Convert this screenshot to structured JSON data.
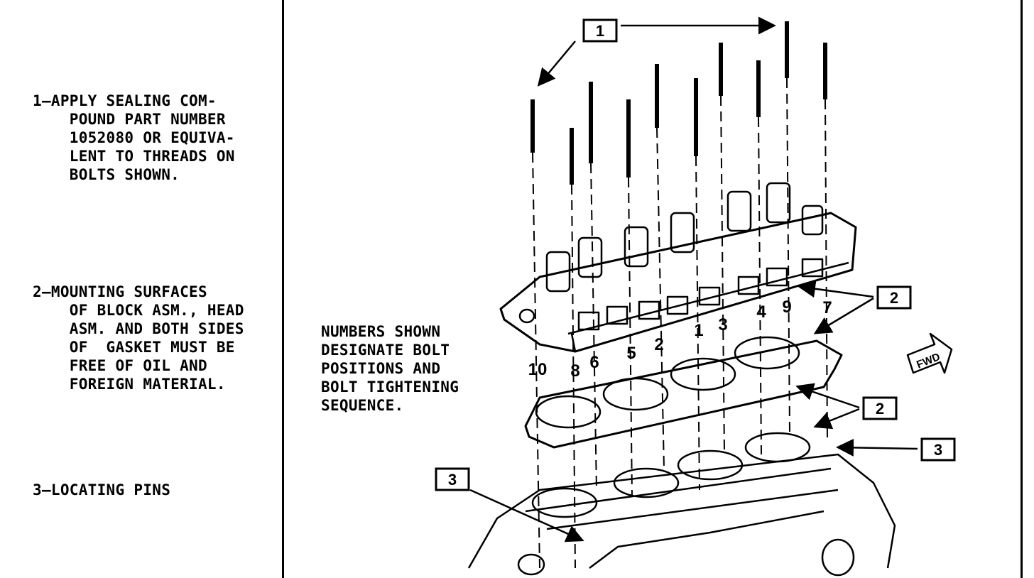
{
  "notes": [
    {
      "id": "note-1",
      "text": "1–APPLY SEALING COM-\n    POUND PART NUMBER\n    1052080 OR EQUIVA-\n    LENT TO THREADS ON\n    BOLTS SHOWN."
    },
    {
      "id": "note-2",
      "text": "2–MOUNTING SURFACES\n    OF BLOCK ASM., HEAD\n    ASM. AND BOTH SIDES\n    OF  GASKET MUST BE\n    FREE OF OIL AND\n    FOREIGN MATERIAL."
    },
    {
      "id": "note-3",
      "text": "3–LOCATING PINS"
    }
  ],
  "caption": "NUMBERS SHOWN\nDESIGNATE BOLT\nPOSITIONS AND\nBOLT TIGHTENING\nSEQUENCE.",
  "callouts": {
    "c1": "1",
    "c2a": "2",
    "c2b": "2",
    "c3a": "3",
    "c3b": "3"
  },
  "sequence": [
    "10",
    "8",
    "6",
    "5",
    "2",
    "1",
    "3",
    "4",
    "9",
    "7"
  ],
  "fwd_label": "FWD",
  "colors": {
    "ink": "#000000",
    "paper": "#ffffff"
  }
}
